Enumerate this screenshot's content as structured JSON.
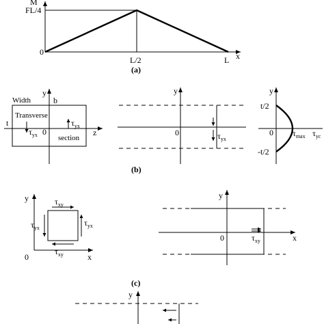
{
  "panel_a": {
    "y_axis": "M",
    "y_peak": "FL/4",
    "origin": "0",
    "x_mid": "L/2",
    "x_end": "L",
    "x_axis": "x",
    "caption": "(a)"
  },
  "panel_b": {
    "left": {
      "y_axis": "y",
      "width": "Width",
      "b": "b",
      "transverse": "Transverse",
      "section": "section",
      "t": "t",
      "origin": "0",
      "z_axis": "z",
      "tau": "τ",
      "tau_sub": "yx"
    },
    "middle": {
      "y_axis": "y",
      "origin": "0",
      "tau": "τ",
      "tau_sub": "yx"
    },
    "right": {
      "y_axis": "y",
      "t_half": "t/2",
      "origin": "0",
      "neg_t_half": "-t/2",
      "tau": "τ",
      "max_sub": "max",
      "yc_sub": "yc"
    },
    "caption": "(b)"
  },
  "panel_c": {
    "left": {
      "y_axis": "y",
      "origin": "0",
      "x_axis": "x",
      "tau": "τ",
      "xy_sub": "xy",
      "yx_sub": "yx"
    },
    "right": {
      "y_axis": "y",
      "origin": "0",
      "x_axis": "x",
      "tau": "τ",
      "xy_sub": "xy"
    },
    "caption": "(c)"
  },
  "panel_d": {
    "y_axis": "y"
  }
}
